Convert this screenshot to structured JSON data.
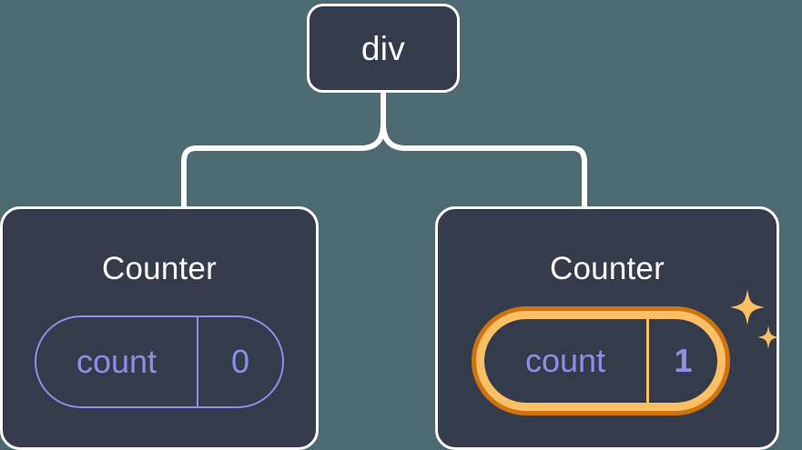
{
  "diagram": {
    "type": "component-tree",
    "background_color": "#4d6a72",
    "node_fill": "#343b4a",
    "node_border": "#ffffff",
    "accent_state": "#8b8fe8",
    "accent_highlight_outer": "#cf7310",
    "accent_highlight_inner": "#fbbf65",
    "connector_color": "#ffffff"
  },
  "root": {
    "label": "div"
  },
  "children": [
    {
      "label": "Counter",
      "state": {
        "key": "count",
        "value": "0"
      },
      "highlighted": false
    },
    {
      "label": "Counter",
      "state": {
        "key": "count",
        "value": "1"
      },
      "highlighted": true,
      "sparkle_icons": [
        "sparkle-large",
        "sparkle-small"
      ]
    }
  ]
}
